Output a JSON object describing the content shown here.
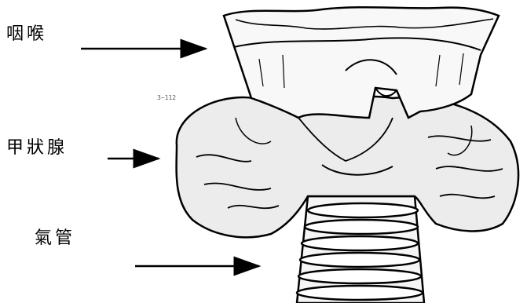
{
  "labels": {
    "pharynx": "咽喉",
    "thyroid": "甲狀腺",
    "trachea": "氣管"
  },
  "scan_mark": "3~112",
  "colors": {
    "ink": "#000000",
    "paper": "#ffffff"
  }
}
